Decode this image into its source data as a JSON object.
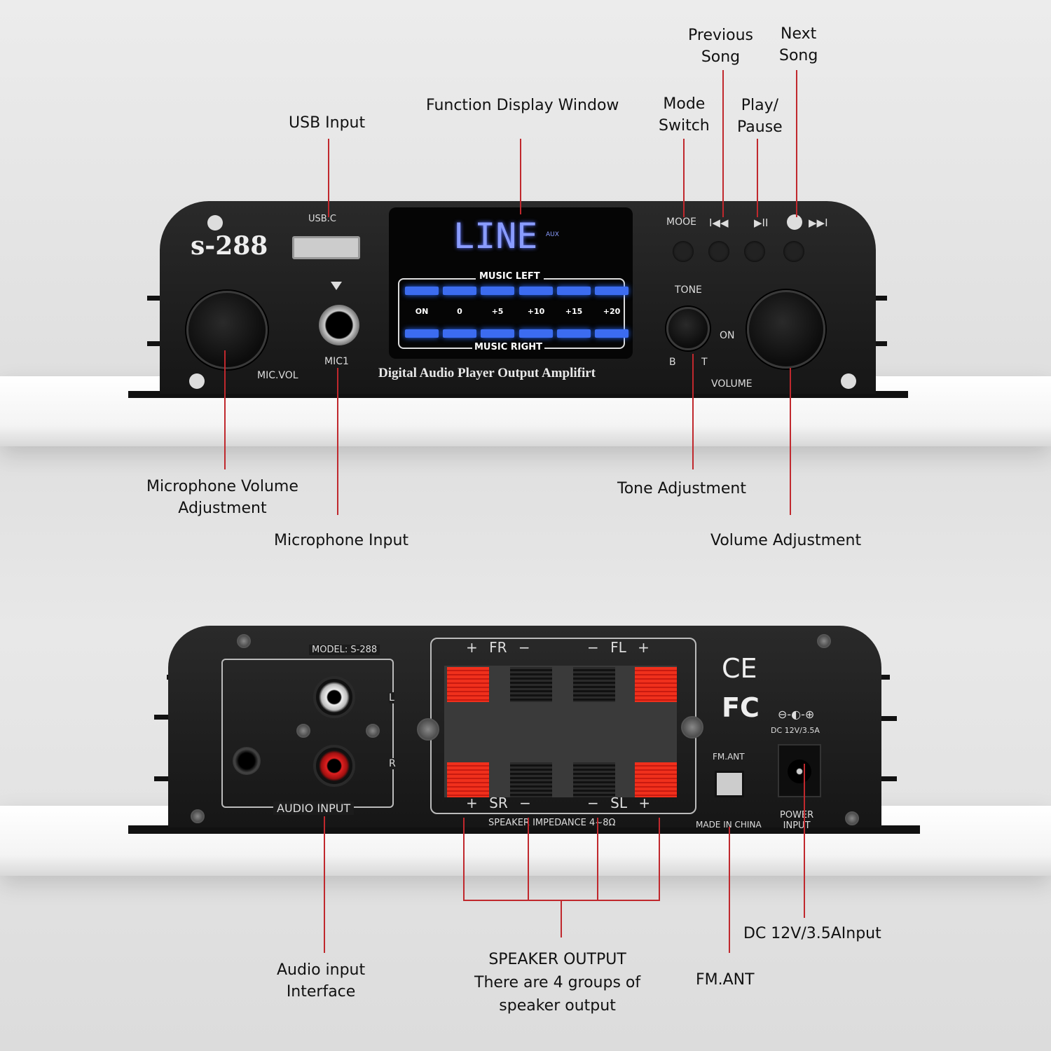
{
  "front": {
    "model": "s-288",
    "usb_label": "USB.C",
    "mic_vol_label": "MIC.VOL",
    "mic1_label": "MIC1",
    "display": {
      "mode_text": "LINE",
      "aux": "AUX",
      "top_label": "MUSIC LEFT",
      "bottom_label": "MUSIC RIGHT",
      "levels": [
        "ON",
        "0",
        "+5",
        "+10",
        "+15",
        "+20"
      ]
    },
    "subtitle": "Digital Audio Player Output Amplifirt",
    "mode_label": "MOOE",
    "prev_glyph": "I◀◀",
    "play_glyph": "▶II",
    "next_glyph": "▶▶I",
    "tone_label": "TONE",
    "tone_b": "B",
    "tone_t": "T",
    "on_label": "ON",
    "volume_label": "VOLUME"
  },
  "front_callouts": {
    "usb": "USB Input",
    "display": "Function Display Window",
    "mode": [
      "Mode",
      "Switch"
    ],
    "prev": [
      "Previous",
      "Song"
    ],
    "play": [
      "Play/",
      "Pause"
    ],
    "next": [
      "Next",
      "Song"
    ],
    "mic_vol": [
      "Microphone Volume",
      "Adjustment"
    ],
    "mic_in": "Microphone Input",
    "tone": "Tone Adjustment",
    "volume": "Volume Adjustment"
  },
  "rear": {
    "model": "MODEL: S-288",
    "l": "L",
    "r": "R",
    "audio_input": "AUDIO INPUT",
    "fr": [
      "+",
      "FR",
      "−"
    ],
    "fl": [
      "−",
      "FL",
      "+"
    ],
    "sr": [
      "+",
      "SR",
      "−"
    ],
    "sl": [
      "−",
      "SL",
      "+"
    ],
    "impedance": "SPEAKER IMPEDANCE 4~8Ω",
    "ce": "CE",
    "fc": "FC",
    "polarity": "⊖-◐-⊕",
    "dc": "DC 12V/3.5A",
    "fm": "FM.ANT",
    "made": "MADE IN CHINA",
    "power": [
      "POWER",
      "INPUT"
    ]
  },
  "rear_callouts": {
    "audio": [
      "Audio input",
      "Interface"
    ],
    "speaker": [
      "SPEAKER OUTPUT",
      "There are 4 groups of",
      "speaker output"
    ],
    "fm": "FM.ANT",
    "dc": "DC 12V/3.5AInput"
  },
  "colors": {
    "callout_line": "#c0282d",
    "display_blue": "#3c6cf0",
    "terminal_red": "#f0301c"
  }
}
